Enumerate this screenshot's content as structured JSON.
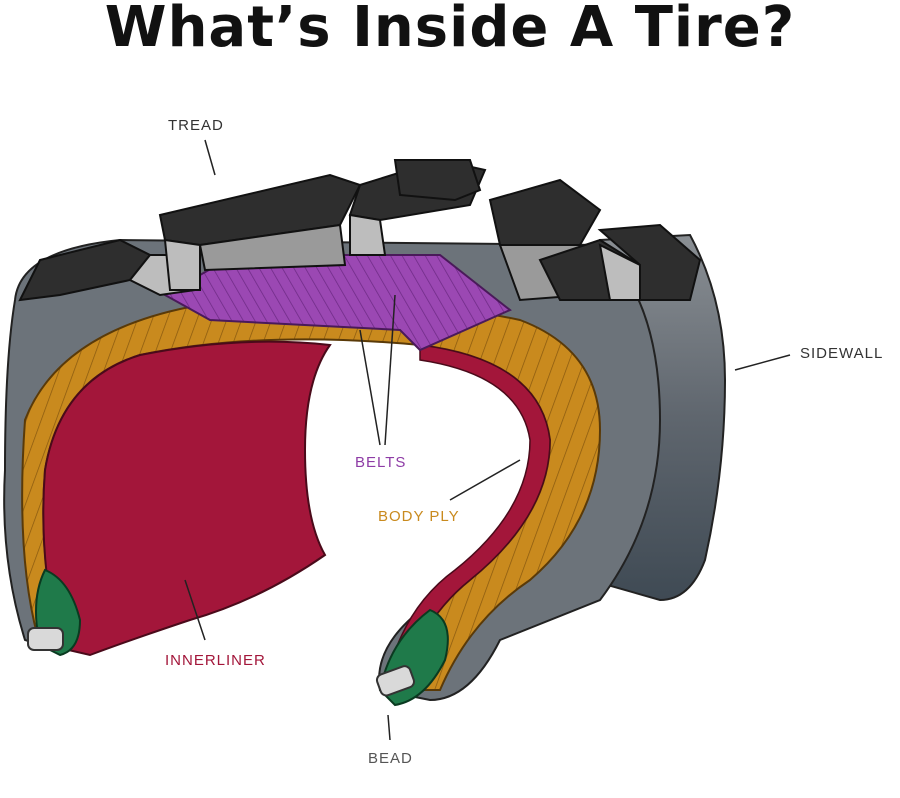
{
  "title": "What’s Inside A Tire?",
  "labels": {
    "tread": "TREAD",
    "sidewall": "SIDEWALL",
    "belts": "BELTS",
    "body_ply": "BODY PLY",
    "innerliner": "INNERLINER",
    "bead": "BEAD"
  },
  "colors": {
    "innerliner": "#a3163a",
    "body_ply": "#c98a1e",
    "belts": "#8e3ca6",
    "tread_dark": "#2e2e2e",
    "tread_light": "#bdbdbd",
    "sidewall": "#5f666e",
    "bead_green": "#1f7a4a"
  }
}
